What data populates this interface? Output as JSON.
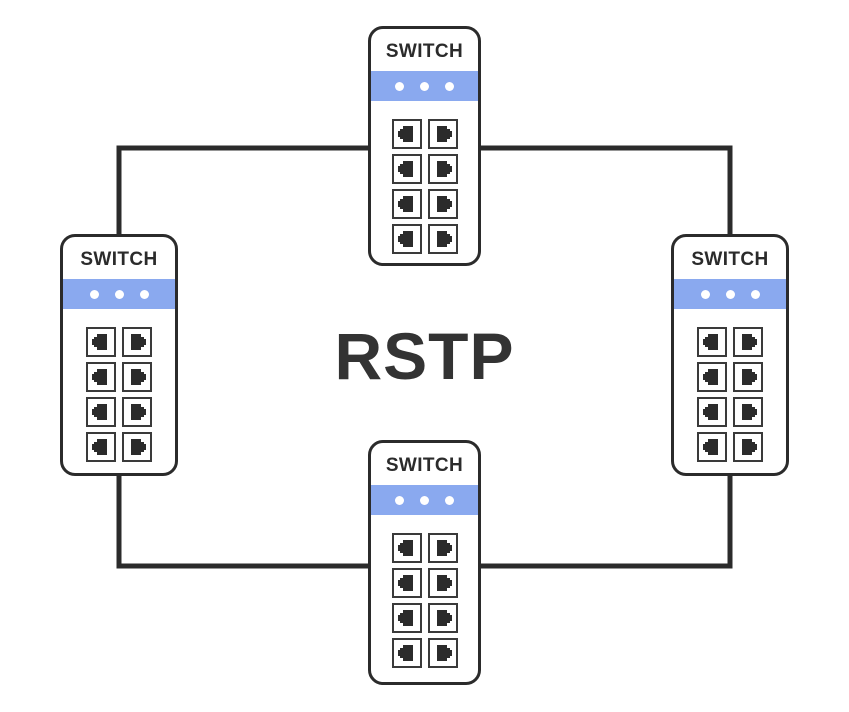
{
  "diagram": {
    "center_label": "RSTP",
    "topology": "ring",
    "link_color": "#2b2b2b",
    "accent_color": "#8aa9ef",
    "background_color": "#ffffff",
    "switches": [
      {
        "id": "switch-top",
        "title": "SWITCH",
        "position": "top",
        "led_count": 3,
        "port_count": 8
      },
      {
        "id": "switch-left",
        "title": "SWITCH",
        "position": "left",
        "led_count": 3,
        "port_count": 8
      },
      {
        "id": "switch-right",
        "title": "SWITCH",
        "position": "right",
        "led_count": 3,
        "port_count": 8
      },
      {
        "id": "switch-bottom",
        "title": "SWITCH",
        "position": "bottom",
        "led_count": 3,
        "port_count": 8
      }
    ]
  }
}
